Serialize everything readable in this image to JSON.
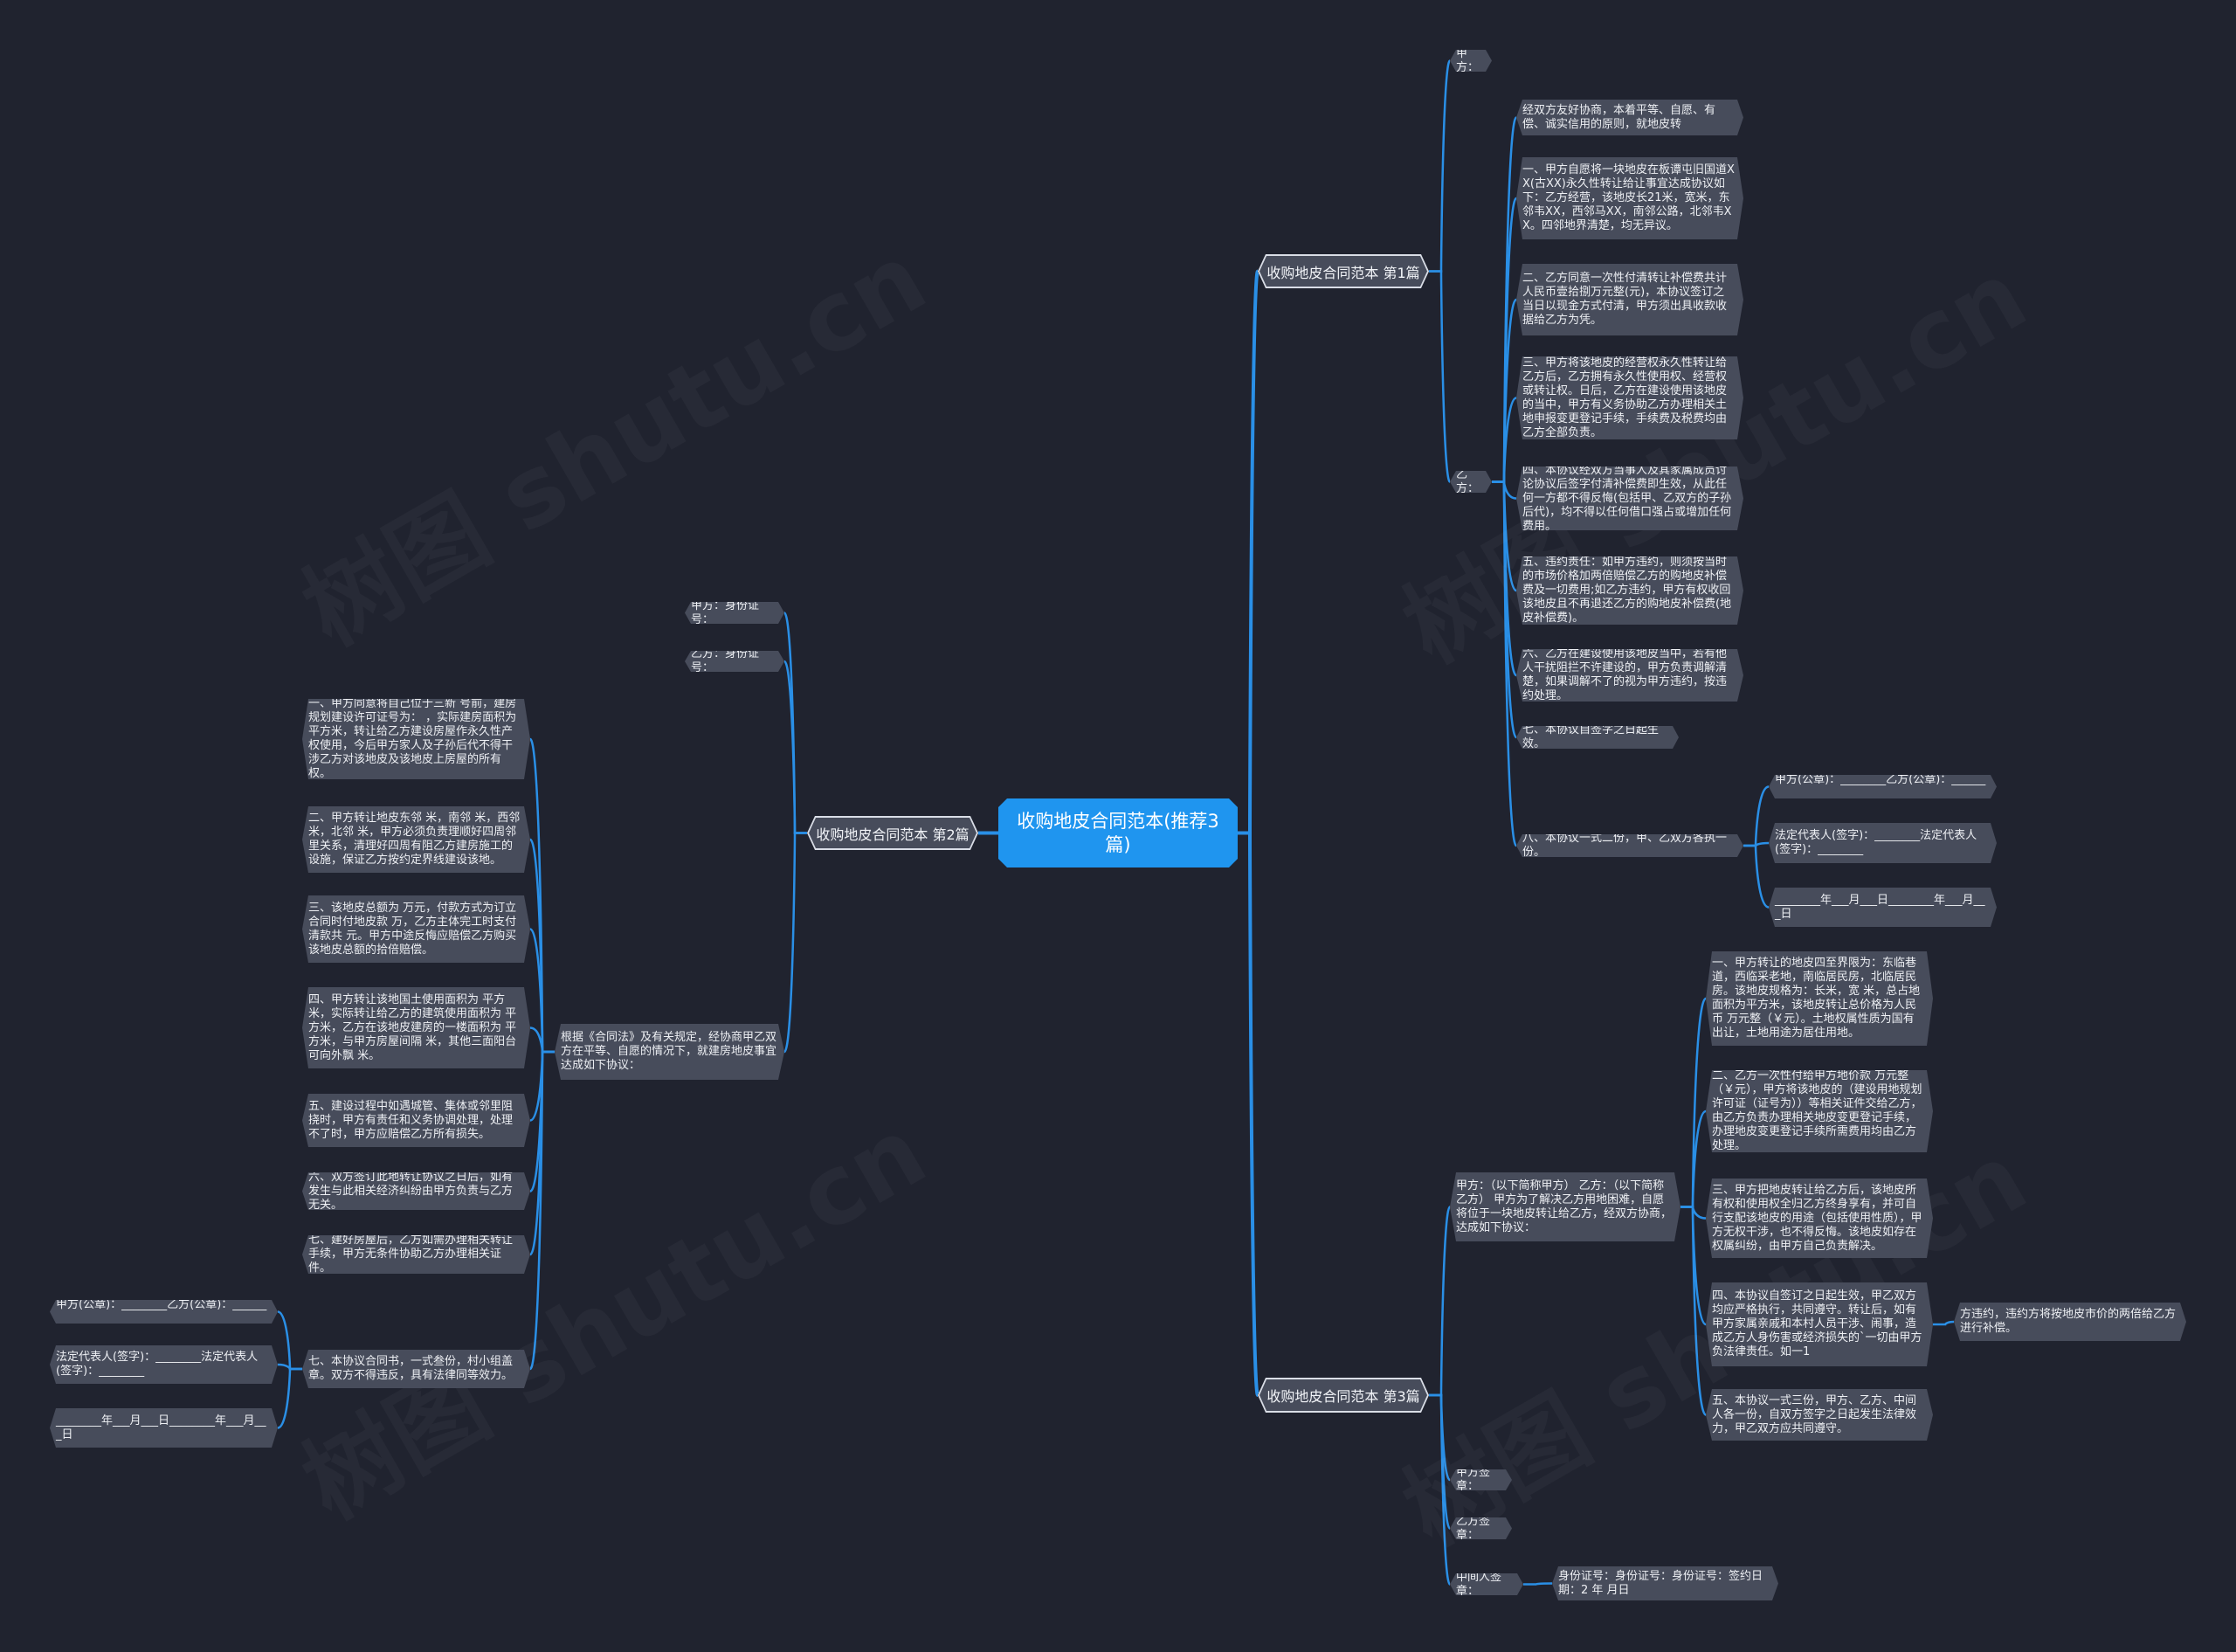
{
  "watermark": "树图 shutu.cn",
  "colors": {
    "background": "#20232f",
    "root": "#1f95ef",
    "node": "#474c5b",
    "line": "#2a8fe6"
  },
  "root": "收购地皮合同范本(推荐3篇)",
  "s1": {
    "title": "收购地皮合同范本 第1篇",
    "jiafang": "甲方：",
    "yifang": "乙方：",
    "items": [
      "经双方友好协商，本着平等、自愿、有偿、诚实信用的原则，就地皮转",
      "一、甲方自愿将一块地皮在板谭屯旧国道XX(古XX)永久性转让给让事宜达成协议如下：乙方经营，该地皮长21米，宽米，东邻韦XX，西邻马XX，南邻公路，北邻韦XX。四邻地界清楚，均无异议。",
      "二、乙方同意一次性付清转让补偿费共计人民币壹拾捌万元整(元)，本协议签订之当日以现金方式付清，甲方须出具收款收据给乙方为凭。",
      "三、甲方将该地皮的经营权永久性转让给乙方后，乙方拥有永久性使用权、经营权或转让权。日后，乙方在建设使用该地皮的当中，甲方有义务协助乙方办理相关土地申报变更登记手续，手续费及税费均由乙方全部负责。",
      "四、本协议经双方当事人及其家属成员讨论协议后签字付清补偿费即生效，从此任何一方都不得反悔(包括甲、乙双方的子孙后代)，均不得以任何借口强占或增加任何费用。",
      "五、违约责任：如甲方违约，则须按当时的市场价格加两倍赔偿乙方的购地皮补偿费及一切费用;如乙方违约，甲方有权收回该地皮且不再退还乙方的购地皮补偿费(地皮补偿费)。",
      "六、乙方在建设使用该地皮当中，若有他人干扰阻拦不许建设的，甲方负责调解清楚，如果调解不了的视为甲方违约，按违约处理。",
      "七、本协议自签字之日起生效。",
      "八、本协议一式二份，甲、乙双方各执一份。"
    ],
    "signatures": [
      "甲方(公章)：________乙方(公章)：________",
      "法定代表人(签字)：________法定代表人(签字)：________",
      "________年___月___日________年___月___日"
    ]
  },
  "s2": {
    "title": "收购地皮合同范本 第2篇",
    "jiafang_id": "甲方：身份证号：",
    "yifang_id": "乙方：身份证号：",
    "intro": "根据《合同法》及有关规定，经协商甲乙双方在平等、自愿的情况下，就建房地皮事宜达成如下协议：",
    "items": [
      "一、甲方同意将自己位于三新 号前，建房规划建设许可证号为： ，实际建房面积为 平方米，转让给乙方建设房屋作永久性产权使用，今后甲方家人及子孙后代不得干涉乙方对该地皮及该地皮上房屋的所有权。",
      "二、甲方转让地皮东邻 米，南邻 米，西邻 米，北邻 米，甲方必须负责理顺好四周邻里关系，清理好四周有阻乙方建房施工的设施，保证乙方按约定界线建设该地。",
      "三、该地皮总额为 万元，付款方式为订立合同时付地皮款 万，乙方主体完工时支付清款共 元。甲方中途反悔应赔偿乙方购买该地皮总额的拾倍赔偿。",
      "四、甲方转让该地国土使用面积为 平方米，实际转让给乙方的建筑使用面积为 平方米，乙方在该地皮建房的一楼面积为 平方米，与甲方房屋间隔 米，其他三面阳台可向外飘 米。",
      "五、建设过程中如遇城管、集体或邻里阻挠时，甲方有责任和义务协调处理，处理不了时，甲方应赔偿乙方所有损失。",
      "六、双方签订此地转让协议之日后，如有发生与此相关经济纠纷由甲方负责与乙方无关。",
      "七、建好房屋后，乙方如需办理相关转让手续，甲方无条件协助乙方办理相关证件。",
      "七、本协议合同书，一式叁份，村小组盖章。双方不得违反，具有法律同等效力。"
    ],
    "signatures": [
      "甲方(公章)：________乙方(公章)：________",
      "法定代表人(签字)：________法定代表人(签字)：________",
      "________年___月___日________年___月___日"
    ]
  },
  "s3": {
    "title": "收购地皮合同范本 第3篇",
    "intro": "甲方：（以下简称甲方） 乙方：（以下简称乙方） 甲方为了解决乙方用地困难，自愿将位于一块地皮转让给乙方，经双方协商，达成如下协议：",
    "items": [
      "一、甲方转让的地皮四至界限为：东临巷道，西临采老地，南临居民房，北临居民房。该地皮规格为：长米，宽 米，总占地面积为平方米，该地皮转让总价格为人民币 万元整（￥元）。土地权属性质为国有出让，土地用途为居住用地。",
      "二、乙方一次性付给甲方地价款 万元整（￥元），甲方将该地皮的（建设用地规划许可证（证号为））等相关证件交给乙方，由乙方负责办理相关地皮变更登记手续，办理地皮变更登记手续所需费用均由乙方处理。",
      "三、甲方把地皮转让给乙方后，该地皮所有权和使用权全归乙方终身享有，并可自行支配该地皮的用途（包括使用性质），甲方无权干涉，也不得反悔。该地皮如存在权属纠纷，由甲方自己负责解决。",
      "四、本协议自签订之日起生效，甲乙双方均应严格执行，共同遵守。转让后，如有甲方家属亲戚和本村人员干涉、闹事，造成乙方人身伤害或经济损失的`一切由甲方负法律责任。如一1",
      "五、本协议一式三份，甲方、乙方、中间人各一份，自双方签字之日起发生法律效力，甲乙双方应共同遵守。"
    ],
    "item4_child": "方违约，违约方将按地皮市价的两倍给乙方进行补偿。",
    "jiafang_sign": "甲方签章：",
    "yifang_sign": "乙方签章：",
    "middleman_sign": "中间人签章：",
    "middleman_detail": "身份证号：身份证号：身份证号：签约日期：2 年  月日"
  }
}
